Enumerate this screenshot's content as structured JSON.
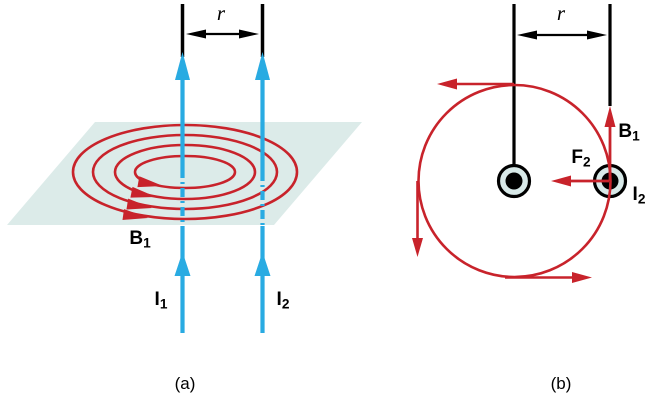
{
  "colors": {
    "current_blue": "#29ABE2",
    "field_red": "#C8232B",
    "plane_fill": "#DCEBE9",
    "wire_symbol_fill": "#D8E9E8",
    "line_black": "#000000"
  },
  "panel_a": {
    "caption": "(a)",
    "separation_label": "r",
    "field_label": {
      "base": "B",
      "sub": "1"
    },
    "current1_label": {
      "base": "I",
      "sub": "1"
    },
    "current2_label": {
      "base": "I",
      "sub": "2"
    }
  },
  "panel_b": {
    "caption": "(b)",
    "separation_label": "r",
    "field_label": {
      "base": "B",
      "sub": "1"
    },
    "force_label": {
      "base": "F",
      "sub": "2"
    },
    "current2_label": {
      "base": "I",
      "sub": "2"
    }
  }
}
